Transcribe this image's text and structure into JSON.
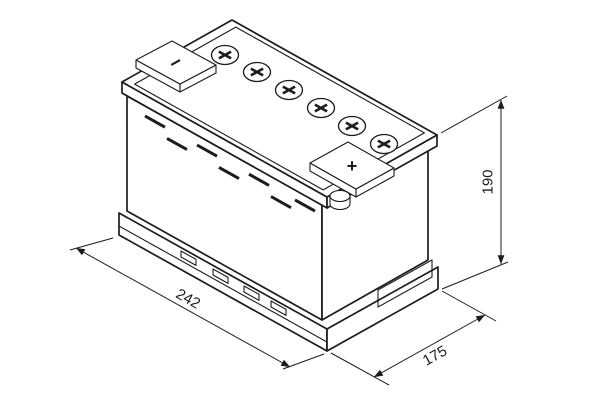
{
  "figure": {
    "labels": {
      "length": "242",
      "depth": "175",
      "height": "190",
      "negative_terminal": "−",
      "positive_terminal": "+"
    },
    "colors": {
      "line": "#1c1c1c",
      "background": "#ffffff"
    }
  }
}
